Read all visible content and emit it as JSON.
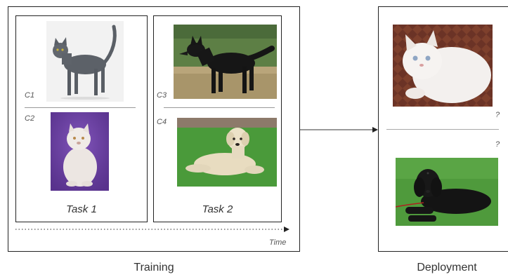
{
  "training": {
    "caption": "Training",
    "time_label": "Time",
    "tasks": [
      {
        "label": "Task 1",
        "items": [
          {
            "class_label": "C1",
            "image": "gray-cat-photo"
          },
          {
            "class_label": "C2",
            "image": "white-persian-cat-photo"
          }
        ]
      },
      {
        "label": "Task 2",
        "items": [
          {
            "class_label": "C3",
            "image": "black-dog-photo"
          },
          {
            "class_label": "C4",
            "image": "cream-terrier-photo"
          }
        ]
      }
    ]
  },
  "deployment": {
    "caption": "Deployment",
    "items": [
      {
        "query": "?",
        "image": "white-fluffy-cat-photo"
      },
      {
        "query": "?",
        "image": "black-shaggy-dog-photo"
      }
    ]
  }
}
